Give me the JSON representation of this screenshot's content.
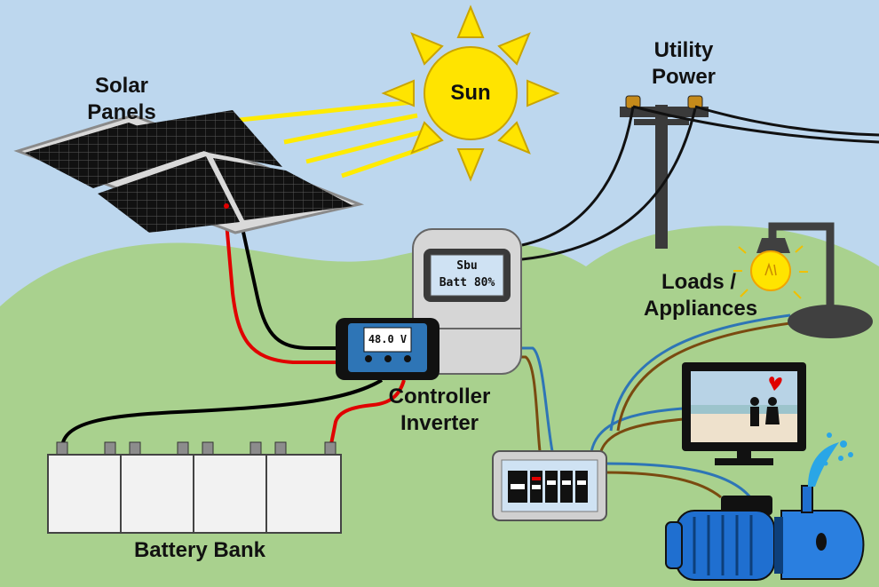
{
  "labels": {
    "solar_panels_line1": "Solar",
    "solar_panels_line2": "Panels",
    "sun": "Sun",
    "utility_line1": "Utility",
    "utility_line2": "Power",
    "loads_line1": "Loads /",
    "loads_line2": "Appliances",
    "controller": "Controller",
    "inverter": "Inverter",
    "battery_bank": "Battery Bank"
  },
  "inverter_display": {
    "mode": "Sbu",
    "battery": "Batt 80%"
  },
  "controller_display": {
    "voltage": "48.0 V"
  },
  "colors": {
    "sky": "#bdd7ee",
    "grass": "#a9d18e",
    "sun": "#ffe400",
    "sun_outline": "#c9a400",
    "panel_cell": "#111111",
    "positive_wire": "#e00000",
    "negative_wire": "#000000",
    "ac_wire_blue": "#2e75b6",
    "ac_wire_brown": "#7a4a10",
    "motor": "#1f6fd0",
    "lcd": "#cfe2f3"
  }
}
